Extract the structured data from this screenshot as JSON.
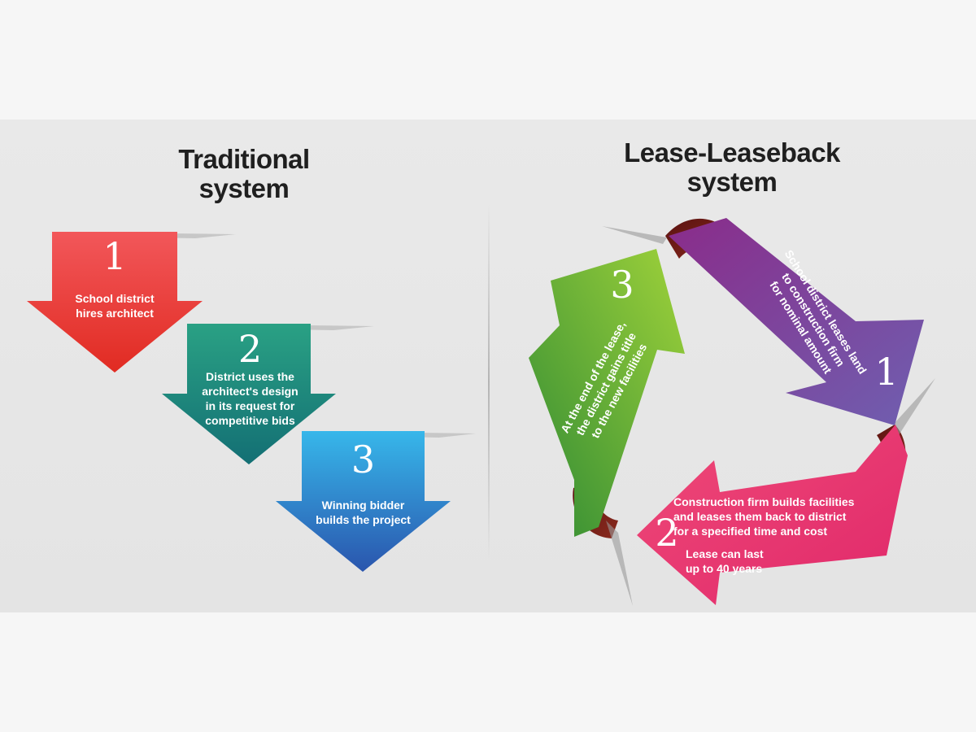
{
  "traditional": {
    "title_line1": "Traditional",
    "title_line2": "system",
    "steps": [
      {
        "number": "1",
        "line1": "School district",
        "line2": "hires architect",
        "color": "#e8302f"
      },
      {
        "number": "2",
        "line1": "District uses the",
        "line2": "architect's design",
        "line3": "in its request for",
        "line4": "competitive bids",
        "color": "#17857a"
      },
      {
        "number": "3",
        "line1": "Winning bidder",
        "line2": "builds the project",
        "color": "#2f6fc3"
      }
    ]
  },
  "lease_leaseback": {
    "title_line1": "Lease-Leaseback",
    "title_line2": "system",
    "steps": [
      {
        "number": "1",
        "line1": "School district leases land",
        "line2": "to construction firm",
        "line3": "for nominal amount",
        "color": "#6a3f9c"
      },
      {
        "number": "2",
        "line1": "Construction firm builds facilities",
        "line2": "and leases them back to district",
        "line3": "for a specified time and cost",
        "note1": "Lease can last",
        "note2": "up to 40 years",
        "color": "#e4306f"
      },
      {
        "number": "3",
        "line1": "At the end of the lease,",
        "line2": "the district gains title",
        "line3": "to the new facilities",
        "color": "#5aa52f"
      }
    ]
  }
}
